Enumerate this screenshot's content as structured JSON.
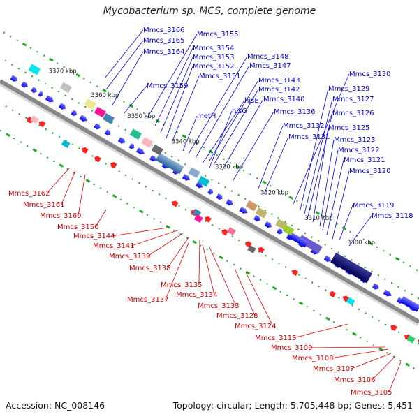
{
  "title": "Mycobacterium sp. MCS, complete genome",
  "footer": {
    "accession": "Accession: NC_008146",
    "meta": "Topology: circular; Length: 5,705,448 bp; Genes: 5,451"
  },
  "colors": {
    "forward": "#0000ff",
    "reverse": "#ff0000",
    "backbone": "#888888",
    "tick": "#22aa22"
  },
  "kbp_ticks": [
    "3370 kbp",
    "3360 kbp",
    "3350 kbp",
    "3340 kbp",
    "3330 kbp",
    "3320 kbp",
    "3310 kbp",
    "3300 kbp"
  ],
  "top_labels": [
    "Mmcs_3166",
    "Mmcs_3165",
    "Mmcs_3164",
    "Mmcs_3155",
    "Mmcs_3154",
    "Mmcs_3153",
    "Mmcs_3152",
    "Mmcs_3151",
    "Mmcs_3159",
    "Mmcs_3148",
    "Mmcs_3147",
    "metH",
    "Mmcs_3143",
    "Mmcs_3142",
    "hisE",
    "Mmcs_3140",
    "hisG",
    "Mmcs_3136",
    "Mmcs_3130",
    "Mmcs_3129",
    "Mmcs_3127",
    "Mmcs_3126",
    "Mmcs_3132",
    "Mmcs_3125",
    "Mmcs_3131",
    "Mmcs_3123",
    "Mmcs_3122",
    "Mmcs_3121",
    "Mmcs_3120",
    "Mmcs_3119",
    "Mmcs_3118"
  ],
  "bottom_labels": [
    "Mmcs_3162",
    "Mmcs_3161",
    "Mmcs_3160",
    "Mmcs_3150",
    "Mmcs_3144",
    "Mmcs_3141",
    "Mmcs_3139",
    "Mmcs_3138",
    "Mmcs_3135",
    "Mmcs_3137",
    "Mmcs_3134",
    "Mmcs_3133",
    "Mmcs_3128",
    "Mmcs_3124",
    "Mmcs_3115",
    "Mmcs_3109",
    "Mmcs_3108",
    "Mmcs_3107",
    "Mmcs_3106",
    "Mmcs_3105"
  ]
}
